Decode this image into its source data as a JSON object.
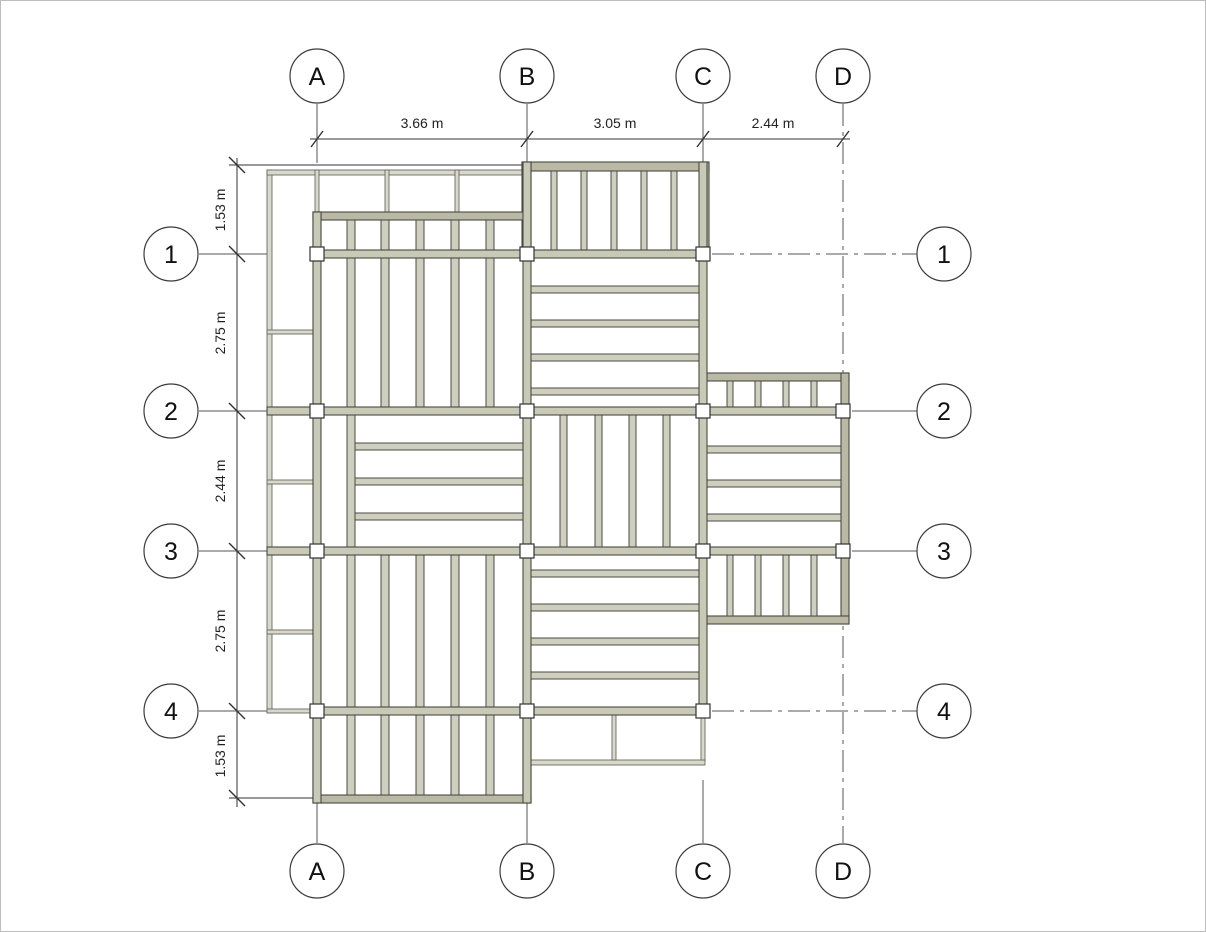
{
  "plan": {
    "column_grids": [
      {
        "label": "A"
      },
      {
        "label": "B"
      },
      {
        "label": "C"
      },
      {
        "label": "D"
      }
    ],
    "row_grids": [
      {
        "label": "1"
      },
      {
        "label": "2"
      },
      {
        "label": "3"
      },
      {
        "label": "4"
      }
    ],
    "horizontal_dimensions": [
      "3.66 m",
      "3.05 m",
      "2.44 m"
    ],
    "vertical_dimensions": [
      "1.53 m",
      "2.75 m",
      "2.44 m",
      "2.75 m",
      "1.53 m"
    ]
  }
}
